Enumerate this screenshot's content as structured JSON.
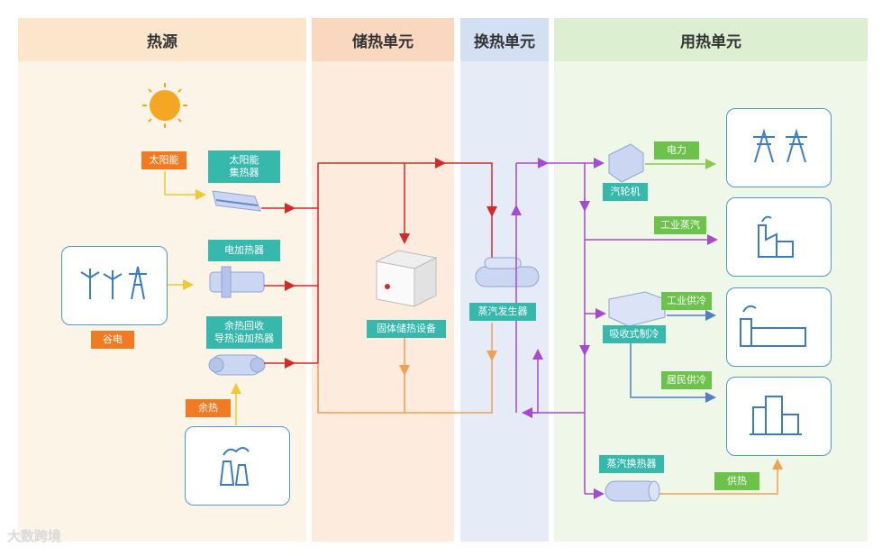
{
  "columns": {
    "source": "热源",
    "storage": "储热单元",
    "exchange": "换热单元",
    "use": "用热单元"
  },
  "source": {
    "solar_tag": "太阳能",
    "solar_collector": "太阳能\n集热器",
    "electric_heater": "电加热器",
    "valley_tag": "谷电",
    "waste_heater": "余热回收\n导热油加热器",
    "waste_tag": "余热"
  },
  "storage": {
    "device": "固体储热设备"
  },
  "exchange": {
    "steam_generator": "蒸汽发生器"
  },
  "use": {
    "turbine": "汽轮机",
    "power": "电力",
    "industrial_steam": "工业蒸汽",
    "absorption": "吸收式制冷",
    "industrial_cooling": "工业供冷",
    "resident_cooling": "居民供冷",
    "steam_exchanger": "蒸汽换热器",
    "heating": "供热"
  },
  "watermark": "大数跨境",
  "colors": {
    "red": "#d42a2a",
    "orange": "#f0a050",
    "purple": "#a64ad1",
    "yellow": "#f0c832",
    "green": "#8cc84b",
    "blue": "#5080c8"
  }
}
